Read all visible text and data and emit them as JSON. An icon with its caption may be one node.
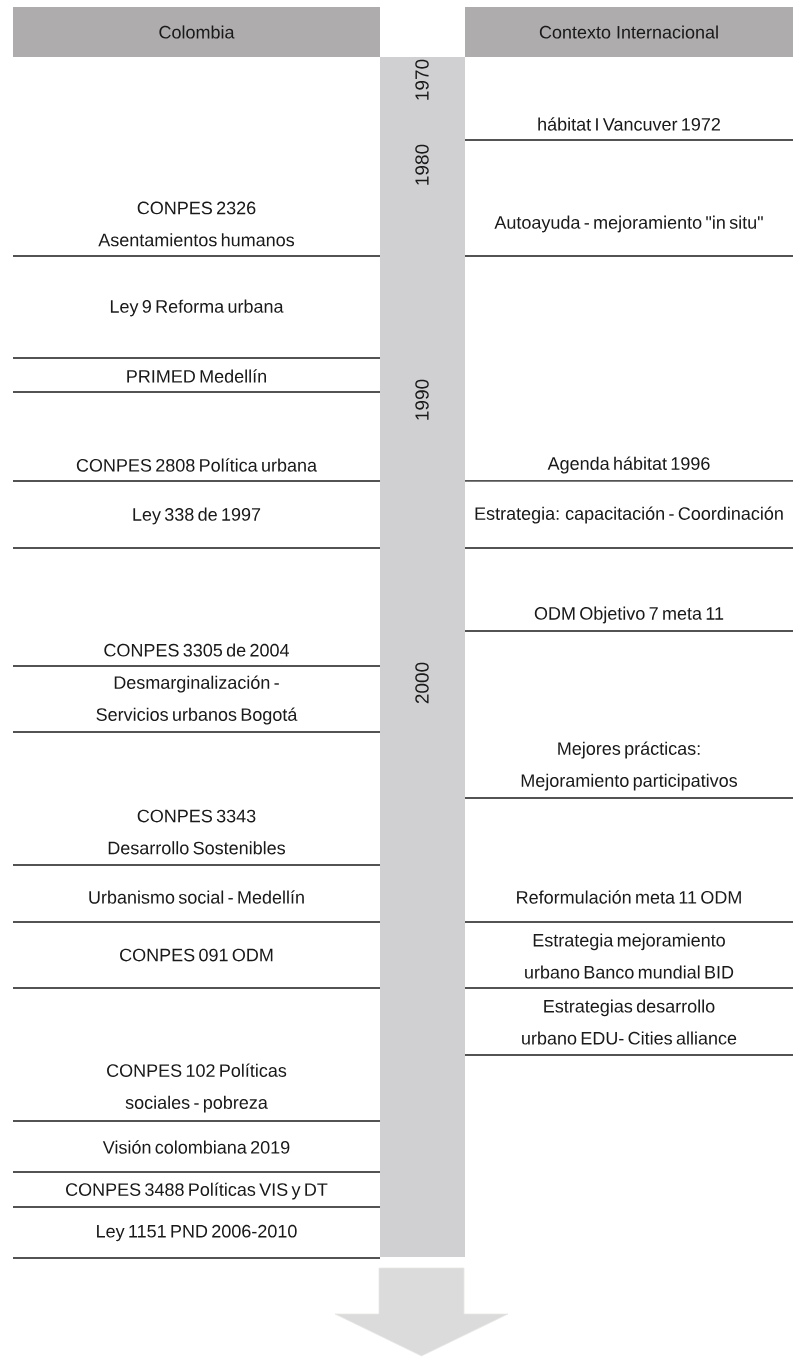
{
  "diagram": {
    "nodes": [
      {
        "text": [
          "Colombia"
        ]
      },
      {
        "text": [
          "Contexto Internacional"
        ]
      },
      {
        "text": [
          "CONPES 2326 Asentamientos humanos"
        ]
      },
      {
        "text": [
          "Ley 9 Reforma urbana"
        ]
      },
      {
        "text": [
          "PRIMED Medellín"
        ]
      },
      {
        "text": [
          "CONPES 2808 Política urbana"
        ]
      },
      {
        "text": [
          "Ley 338 de 1997"
        ]
      },
      {
        "text": [
          "CONPES 3305 de 2004"
        ]
      },
      {
        "text": [
          "Desmarginalización - Servicios urbanos Bogotá"
        ]
      },
      {
        "text": [
          "CONPES 3343 Desarrollo Sostenibles"
        ]
      },
      {
        "text": [
          "Urbanismo social - Medellín"
        ]
      },
      {
        "text": [
          "CONPES 091 ODM"
        ]
      },
      {
        "text": [
          "CONPES 102 Políticas sociales - pobreza"
        ]
      },
      {
        "text": [
          "Visión colombiana 2019"
        ]
      },
      {
        "text": [
          "CONPES 3488 Políticas VIS y DT"
        ]
      },
      {
        "text": [
          "Ley 1151 PND 2006-2010"
        ]
      },
      {
        "text": [
          "hábitat I Vancuver 1972"
        ]
      },
      {
        "text": [
          "Autoayuda - mejoramiento \"in situ\""
        ]
      },
      {
        "text": [
          "Agenda hábitat 1996"
        ]
      },
      {
        "text": [
          "Estrategia: capacitación - Coordinación"
        ]
      },
      {
        "text": [
          "ODM Objetivo 7 meta 11"
        ]
      },
      {
        "text": [
          "Mejores prácticas: Mejoramiento participativos"
        ]
      },
      {
        "text": [
          "Reformulación meta 11 ODM"
        ]
      },
      {
        "text": [
          "Estrategia mejoramiento urbano Banco mundial BID"
        ]
      },
      {
        "text": [
          "Estrategias desarrollo urbano EDU- Cities alliance"
        ]
      }
    ],
    "labels": [
      "1970",
      "1980",
      "1990",
      "2000"
    ]
  }
}
